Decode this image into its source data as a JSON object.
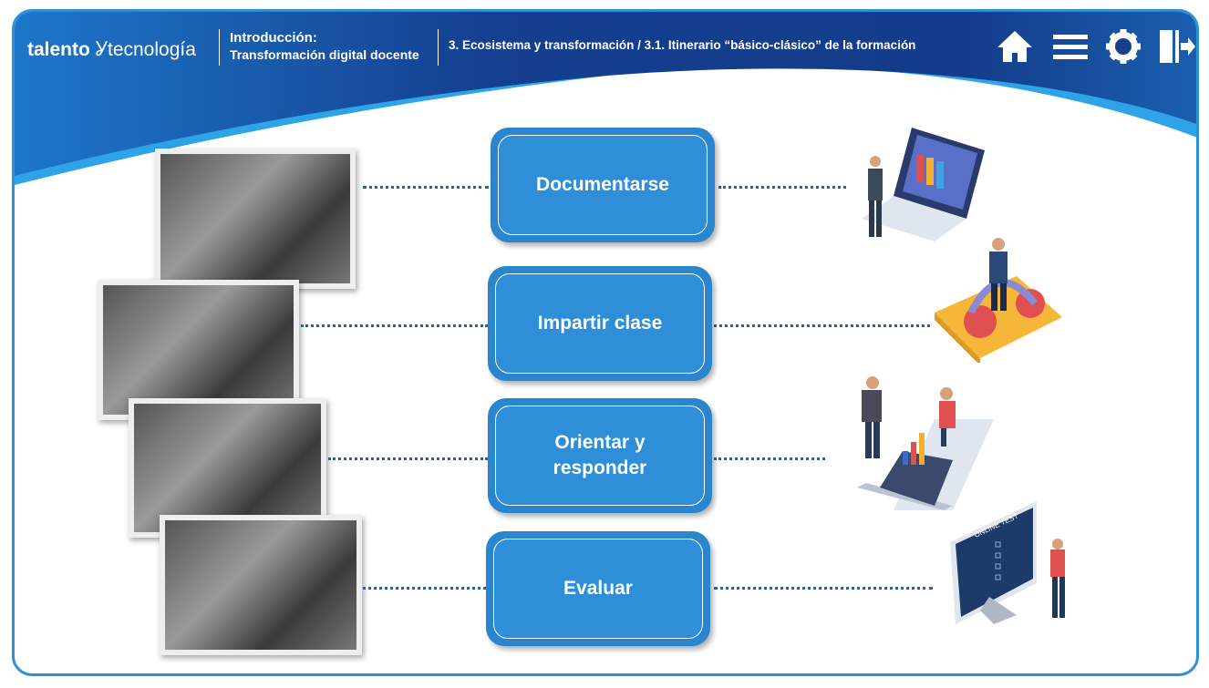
{
  "header": {
    "logo_left": "talento",
    "logo_right": "tecnología",
    "course_title": "Introducción:",
    "course_subtitle": "Transformación digital docente",
    "breadcrumb": "3. Ecosistema y transformación / 3.1. Itinerario “básico-clásico” de la formación"
  },
  "toolbar": [
    "home-icon",
    "menu-icon",
    "gear-icon",
    "exit-icon"
  ],
  "steps": [
    {
      "label": "Documentarse"
    },
    {
      "label": "Impartir clase"
    },
    {
      "label": "Orientar y responder"
    },
    {
      "label": "Evaluar"
    }
  ],
  "illustration_text": "ONLINE TEST",
  "colors": {
    "primary": "#2f8ed8",
    "header_dark": "#123f8c",
    "header_light": "#2ea3e8"
  }
}
